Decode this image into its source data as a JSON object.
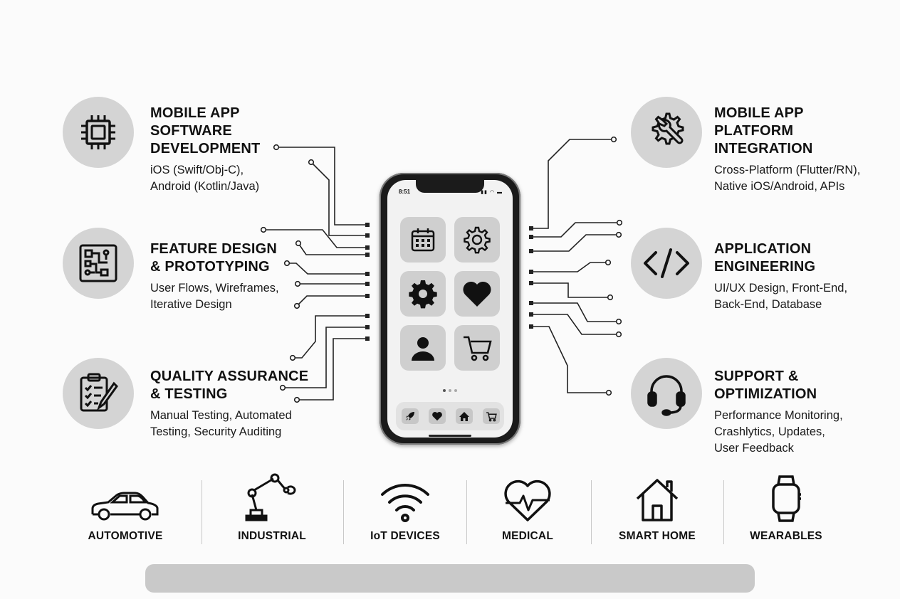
{
  "services": {
    "software_dev": {
      "icon": "cpu-chip-icon",
      "title": "MOBILE APP\nSOFTWARE\nDEVELOPMENT",
      "desc": "iOS (Swift/Obj-C),\nAndroid (Kotlin/Java)"
    },
    "feature_design": {
      "icon": "circuit-board-icon",
      "title": "FEATURE DESIGN\n& PROTOTYPING",
      "desc": "User Flows, Wireframes,\nIterative Design"
    },
    "qa": {
      "icon": "clipboard-checklist-icon",
      "title": "QUALITY ASSURANCE\n& TESTING",
      "desc": "Manual Testing, Automated\nTesting, Security Auditing"
    },
    "platform": {
      "icon": "gear-wrench-icon",
      "title": "MOBILE APP\nPLATFORM\nINTEGRATION",
      "desc": "Cross-Platform (Flutter/RN),\nNative iOS/Android, APIs"
    },
    "app_eng": {
      "icon": "code-brackets-icon",
      "title": "APPLICATION\nENGINEERING",
      "desc": "UI/UX Design, Front-End,\nBack-End, Database"
    },
    "support": {
      "icon": "headset-icon",
      "title": "SUPPORT &\nOPTIMIZATION",
      "desc": "Performance Monitoring,\nCrashlytics, Updates,\nUser Feedback"
    }
  },
  "phone": {
    "clock": "8:51",
    "apps": [
      "calendar-icon",
      "gear-icon",
      "cog-icon",
      "heart-icon",
      "user-icon",
      "shopping-cart-icon"
    ],
    "dock": [
      "rocket-icon",
      "heart-icon",
      "home-icon",
      "cart-icon"
    ]
  },
  "industries": [
    {
      "icon": "car-icon",
      "label": "AUTOMOTIVE"
    },
    {
      "icon": "robot-arm-icon",
      "label": "INDUSTRIAL"
    },
    {
      "icon": "wifi-icon",
      "label": "IoT DEVICES"
    },
    {
      "icon": "heart-pulse-icon",
      "label": "MEDICAL"
    },
    {
      "icon": "house-icon",
      "label": "SMART HOME"
    },
    {
      "icon": "smartwatch-icon",
      "label": "WEARABLES"
    }
  ],
  "colors": {
    "circle": "#d4d4d4",
    "ink": "#111111",
    "tile": "#cfcfcf",
    "bar": "#c9c9c9"
  }
}
